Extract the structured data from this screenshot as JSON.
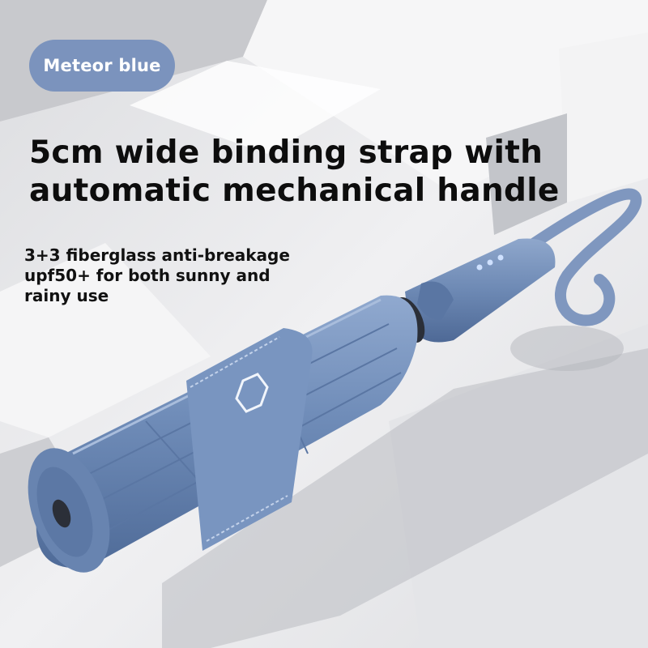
{
  "badge": {
    "label": "Meteor blue"
  },
  "headline": {
    "line1": "5cm wide binding strap with",
    "line2": "automatic mechanical handle"
  },
  "features": [
    "3+3 fiberglass anti-breakage",
    "upf50+ for both sunny and",
    "rainy use"
  ],
  "colors": {
    "badge_bg": "#7b93bd",
    "umbrella_blue": "#6f8cb8",
    "background": "#e9eaec"
  }
}
